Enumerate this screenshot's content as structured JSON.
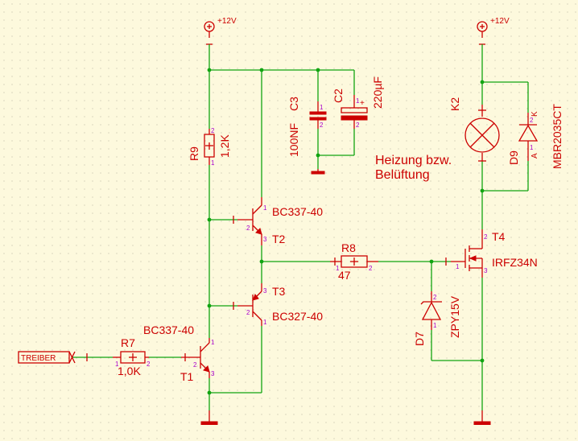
{
  "labels": {
    "vcc_left": "+12V",
    "vcc_right": "+12V",
    "r9_name": "R9",
    "r9_value": "1,2K",
    "c3_name": "C3",
    "c3_value": "100NF",
    "c2_name": "C2",
    "c2_value": "220µF",
    "k2_name": "K2",
    "d9_name": "D9",
    "d9_part": "MBR2035CT",
    "d9_pin_k": "K",
    "d9_pin_a": "A",
    "note_line1": "Heizung bzw.",
    "note_line2": "Belüftung",
    "t2_part": "BC337-40",
    "t2_name": "T2",
    "t3_name": "T3",
    "t3_part": "BC327-40",
    "t4_name": "T4",
    "t4_part": "IRFZ34N",
    "r8_name": "R8",
    "r8_value": "47",
    "d7_name": "D7",
    "d7_part": "ZPY15V",
    "t1_part": "BC337-40",
    "t1_name": "T1",
    "r7_name": "R7",
    "r7_value": "1,0K",
    "input_port": "TREIBER"
  },
  "pins": {
    "p1": "1",
    "p2": "2",
    "p3": "3",
    "plus": "+"
  },
  "colors": {
    "wire": "#11a411",
    "component": "#cc0000",
    "pin_number": "#aa00cc",
    "background": "#fdf9dd"
  }
}
